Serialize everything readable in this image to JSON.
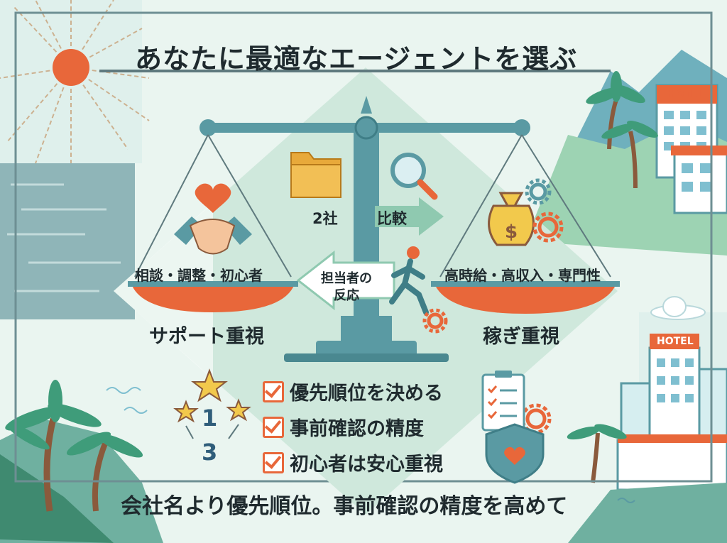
{
  "title": "あなたに最適なエージェントを選ぶ",
  "left_pan": {
    "label": "相談・調整・初心者",
    "caption": "サポート重視"
  },
  "right_pan": {
    "label": "高時給・高収入・専門性",
    "caption": "稼ぎ重視"
  },
  "center": {
    "compare_count": "2社",
    "compare_label": "比較",
    "response_line1": "担当者の",
    "response_line2": "反応"
  },
  "checklist": [
    "優先順位を決める",
    "事前確認の精度",
    "初心者は安心重視"
  ],
  "ranking": {
    "first": "1",
    "third": "3"
  },
  "hotel_sign": "HOTEL",
  "footer": "会社名より優先順位。事前確認の精度を高めて",
  "colors": {
    "teal": "#5a9aa3",
    "orange": "#e8673a",
    "mint": "#cfe8dc",
    "dark": "#1f2a2e"
  },
  "icons": [
    "sun-icon",
    "heart-icon",
    "handshake-icon",
    "folder-icon",
    "magnifier-icon",
    "money-bag-icon",
    "gear-icon",
    "runner-icon",
    "star-icon",
    "clipboard-icon",
    "shield-heart-icon",
    "palm-tree-icon",
    "hotel-building-icon",
    "mountain-icon",
    "cloud-icon",
    "checkbox-icon"
  ]
}
